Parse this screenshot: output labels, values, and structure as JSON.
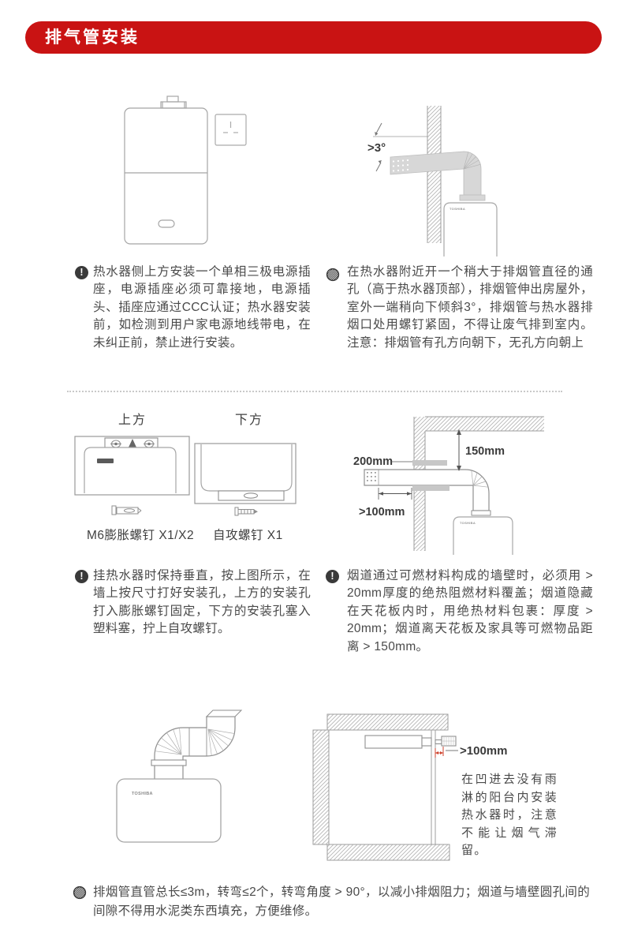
{
  "header": {
    "title": "排气管安装"
  },
  "icons": {
    "exclamation": "!"
  },
  "row1": {
    "left_note": "热水器侧上方安装一个单相三极电源插座，电源插座必须可靠接地，电源插头、插座应通过CCC认证；热水器安装前，如检测到用户家电源地线带电，在未纠正前，禁止进行安装。",
    "right_note": "在热水器附近开一个稍大于排烟管直径的通孔（高于热水器顶部），排烟管伸出房屋外，室外一端稍向下倾斜3°，排烟管与热水器排烟口处用螺钉紧固，不得让废气排到室内。注意：排烟管有孔方向朝下，无孔方向朝上",
    "angle_label": ">3°",
    "brand": "TOSHIBA"
  },
  "row2": {
    "upper_label": "上方",
    "lower_label": "下方",
    "m6_caption": "M6膨胀螺钉 X1/X2",
    "tapping_caption": "自攻螺钉 X1",
    "dim_200": "200mm",
    "dim_150": "150mm",
    "dim_100": ">100mm",
    "left_note": "挂热水器时保持垂直，按上图所示，在墙上按尺寸打好安装孔，上方的安装孔打入膨胀螺钉固定，下方的安装孔塞入塑料塞，拧上自攻螺钉。",
    "right_note": "烟道通过可燃材料构成的墙壁时，必须用 > 20mm厚度的绝热阻燃材料覆盖；烟道隐藏在天花板内时，用绝热材料包裹：厚度 > 20mm；烟道离天花板及家具等可燃物品距离 > 150mm。",
    "brand": "TOSHIBA"
  },
  "row3": {
    "brand": "TOSHIBA",
    "dim_100": ">100mm",
    "balcony_note": "在凹进去没有雨淋的阳台内安装热水器时，注意不能让烟气滞留。"
  },
  "footer": {
    "note": "排烟管直管总长≤3m，转弯≤2个，转弯角度 > 90°，以减小排烟阻力；烟道与墙壁圆孔间的间隙不得用水泥类东西填充，方便维修。"
  },
  "colors": {
    "banner_red": "#c91313",
    "text": "#4a4a4a",
    "dim_red": "#cf4631"
  }
}
